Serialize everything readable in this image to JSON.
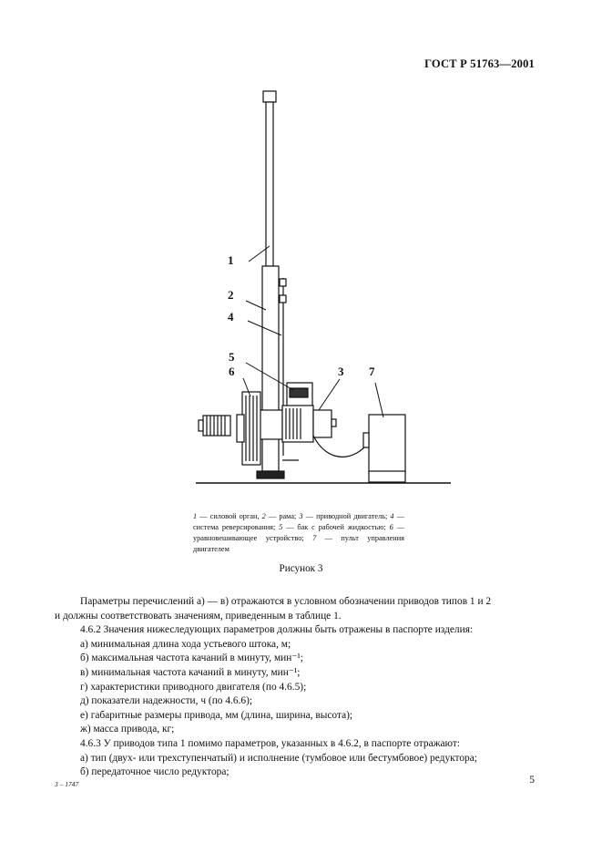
{
  "header": {
    "doc_id": "ГОСТ Р 51763—2001"
  },
  "figure": {
    "callouts": [
      "1",
      "2",
      "4",
      "5",
      "6",
      "3",
      "7"
    ],
    "caption": [
      {
        "n": "1",
        "t": " — силовой орган, "
      },
      {
        "n": "2",
        "t": " — рама; "
      },
      {
        "n": "3",
        "t": " — приводной двигатель; "
      },
      {
        "n": "4",
        "t": " — система реверсирования; "
      },
      {
        "n": "5",
        "t": " — бак с рабочей жидкостью; "
      },
      {
        "n": "6",
        "t": " — уравновешивающее устройство; "
      },
      {
        "n": "7",
        "t": " — пульт управления двигателем"
      }
    ],
    "title": "Рисунок 3"
  },
  "body": [
    {
      "cls": "ind",
      "text": "Параметры перечислений а) — в) отражаются в условном обозначении приводов типов 1 и 2"
    },
    {
      "cls": "",
      "text": "и должны соответствовать значениям, приведенным в таблице 1."
    },
    {
      "cls": "ind",
      "text": "4.6.2 Значения нижеследующих параметров должны быть отражены в паспорте изделия:"
    },
    {
      "cls": "li",
      "text": "а) минимальная длина хода устьевого штока, м;"
    },
    {
      "cls": "li",
      "text": "б) максимальная частота качаний в минуту, мин⁻¹;"
    },
    {
      "cls": "li",
      "text": "в) минимальная частота качаний в минуту, мин⁻¹;"
    },
    {
      "cls": "li",
      "text": "г) характеристики приводного двигателя (по 4.6.5);"
    },
    {
      "cls": "li",
      "text": "д) показатели надежности, ч (по 4.6.6);"
    },
    {
      "cls": "li",
      "text": "е) габаритные размеры привода, мм (длина, ширина, высота);"
    },
    {
      "cls": "li",
      "text": "ж) масса привода, кг;"
    },
    {
      "cls": "ind",
      "text": "4.6.3 У приводов типа 1 помимо параметров, указанных в 4.6.2, в паспорте отражают:"
    },
    {
      "cls": "li",
      "text": "а) тип (двух- или трехступенчатый) и исполнение (тумбовое или бестумбовое) редуктора;"
    },
    {
      "cls": "li",
      "text": "б) передаточное число редуктора;"
    }
  ],
  "footer": {
    "print_mark": "3 – 1747",
    "page_number": "5"
  }
}
